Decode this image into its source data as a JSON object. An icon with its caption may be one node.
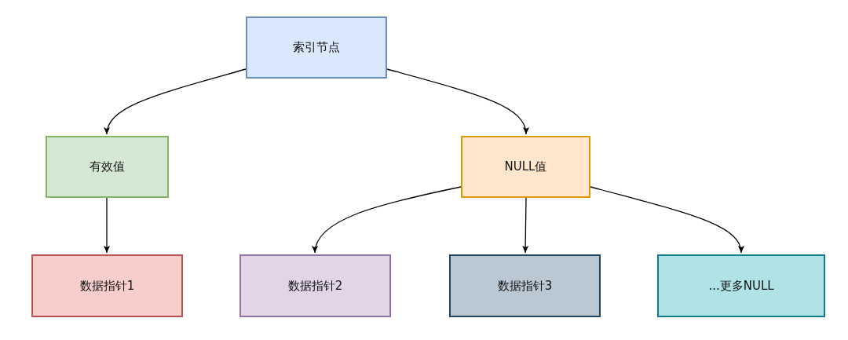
{
  "diagram": {
    "nodes": [
      {
        "text": [
          "索引节点"
        ]
      },
      {
        "text": [
          "有效值"
        ]
      },
      {
        "text": [
          "NULL值"
        ]
      },
      {
        "text": [
          "数据指针1"
        ]
      },
      {
        "text": [
          "数据指针2"
        ]
      },
      {
        "text": [
          "数据指针3"
        ]
      },
      {
        "text": [
          "...更多NULL"
        ]
      }
    ],
    "edges": [
      {
        "from": 0,
        "to": 1,
        "arrow": "to"
      },
      {
        "from": 0,
        "to": 2,
        "arrow": "to"
      },
      {
        "from": 1,
        "to": 3,
        "arrow": "to"
      },
      {
        "from": 2,
        "to": 4,
        "arrow": "to"
      },
      {
        "from": 2,
        "to": 5,
        "arrow": "to"
      },
      {
        "from": 2,
        "to": 6,
        "arrow": "to"
      }
    ]
  }
}
